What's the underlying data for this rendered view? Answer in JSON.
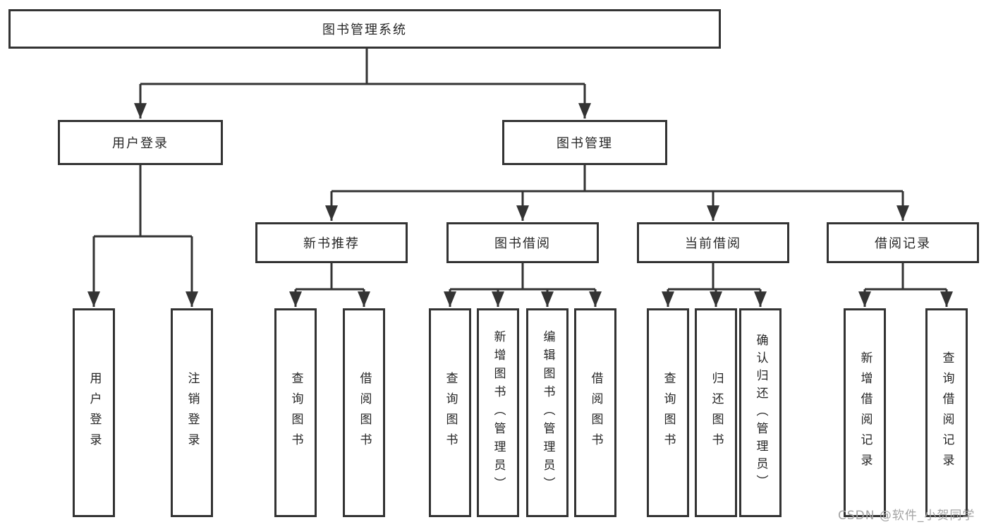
{
  "diagram": {
    "root": "图书管理系统",
    "branches": [
      {
        "label": "用户登录",
        "children": [
          "用户登录",
          "注销登录"
        ]
      },
      {
        "label": "图书管理",
        "sections": [
          {
            "label": "新书推荐",
            "children": [
              "查询图书",
              "借阅图书"
            ]
          },
          {
            "label": "图书借阅",
            "children": [
              "查询图书",
              "新增图书（管理员）",
              "编辑图书（管理员）",
              "借阅图书"
            ]
          },
          {
            "label": "当前借阅",
            "children": [
              "查询图书",
              "归还图书",
              "确认归还（管理员）"
            ]
          },
          {
            "label": "借阅记录",
            "children": [
              "新增借阅记录",
              "查询借阅记录"
            ]
          }
        ]
      }
    ]
  },
  "watermark": {
    "text": "CSDN @软件_小贺同学"
  },
  "colors": {
    "line": "#333333",
    "box_border": "#333333",
    "box_fill": "#ffffff",
    "text": "#262626",
    "watermark": "#a3a3a3"
  }
}
